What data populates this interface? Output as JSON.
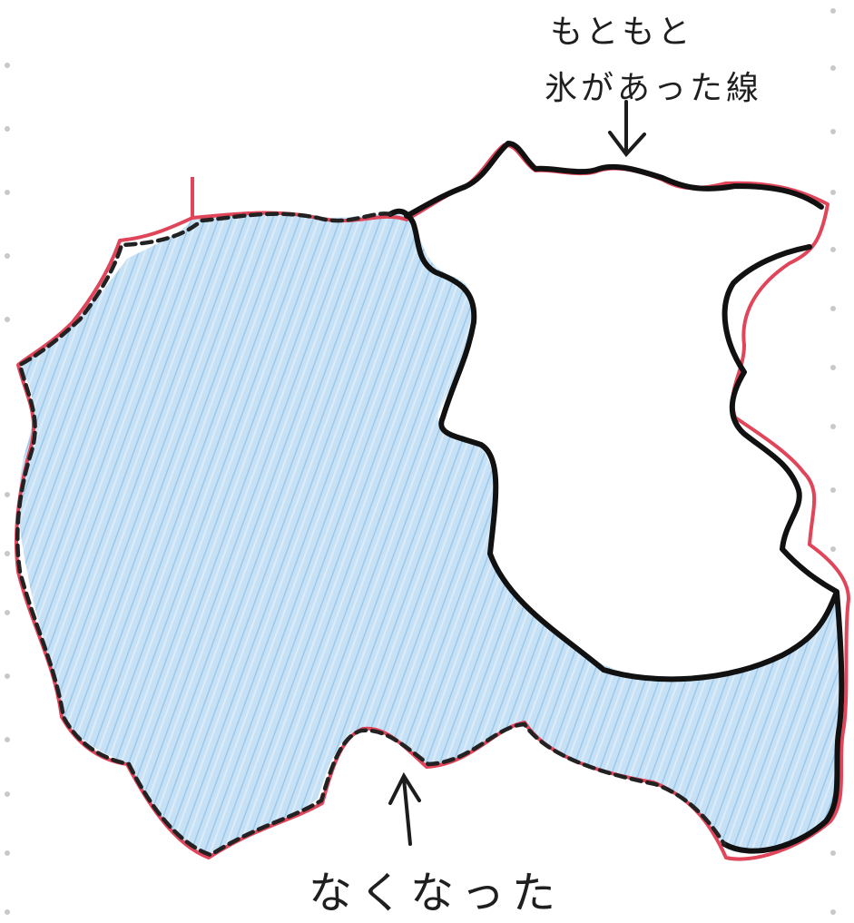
{
  "labels": {
    "top_line1": "もともと",
    "top_line2": "氷があった線",
    "bottom": "なくなった"
  },
  "colors": {
    "remaining_ice_fill": "#b9daf2",
    "original_ice_outline": "#e0455a",
    "current_ice_outline": "#111111",
    "lost_ice_dashed_outline": "#222222"
  },
  "icons": {
    "top_arrow": "down-arrow-icon",
    "bottom_arrow": "up-arrow-icon"
  }
}
